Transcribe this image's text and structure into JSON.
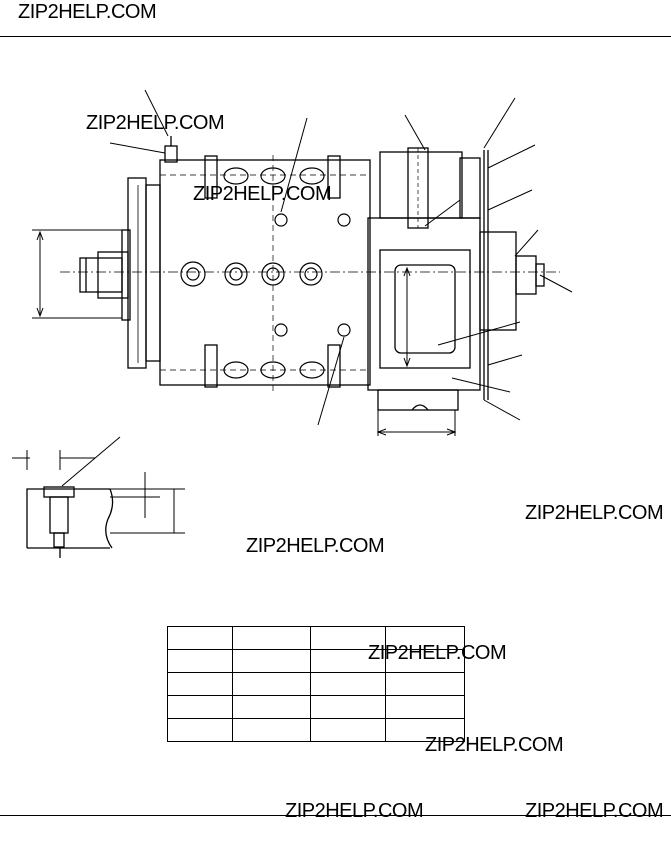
{
  "watermarks": [
    "ZIP2HELP.COM",
    "ZIP2HELP.COM",
    "ZIP2HELP.COM",
    "ZIP2HELP.COM",
    "ZIP2HELP.COM",
    "ZIP2HELP.COM",
    "ZIP2HELP.COM",
    "ZIP2HELP.COM",
    "ZIP2HELP.COM"
  ],
  "table": {
    "rows": [
      [
        "",
        "",
        "",
        ""
      ],
      [
        "",
        "",
        "",
        ""
      ],
      [
        "",
        "",
        "",
        ""
      ],
      [
        "",
        "",
        "",
        ""
      ],
      [
        "",
        "",
        "",
        ""
      ]
    ]
  },
  "colors": {
    "ink": "#000000",
    "paper": "#ffffff"
  }
}
